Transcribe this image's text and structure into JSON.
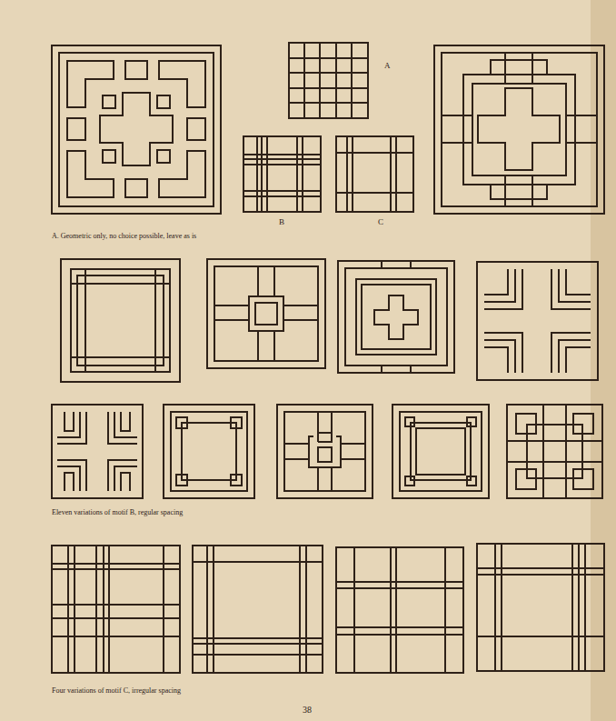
{
  "diagram": {
    "labels": [
      "A",
      "B",
      "C",
      "A. Geometric only, no choice possible, leave as is",
      "Eleven variations of motif B, regular spacing",
      "Four variations of motif C, irregular spacing",
      "38"
    ]
  }
}
